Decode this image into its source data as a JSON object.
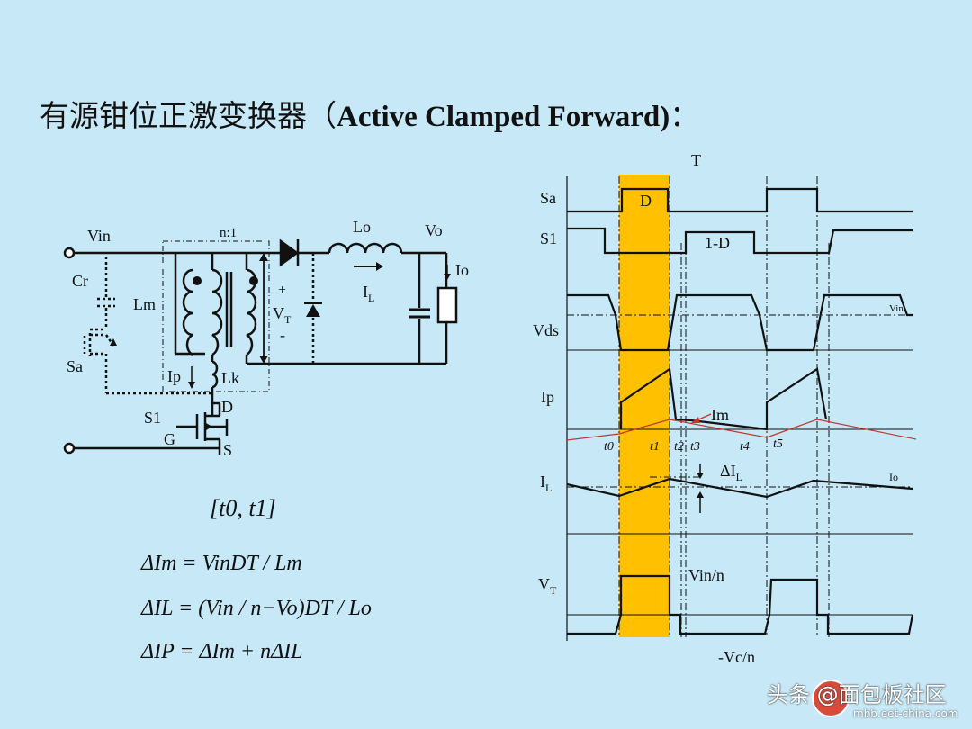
{
  "title": {
    "cn": "有源钳位正激变换器（",
    "en": "Active Clamped Forward)",
    "suffix": "："
  },
  "circuit": {
    "vin": "Vin",
    "cr": "Cr",
    "sa": "Sa",
    "lm": "Lm",
    "ratio": "n:1",
    "lo": "Lo",
    "vo": "Vo",
    "io": "Io",
    "il_main": "I",
    "il_sub": "L",
    "vt_plus": "+",
    "vt_main": "V",
    "vt_sub": "T",
    "vt_minus": "-",
    "ip": "Ip",
    "lk": "Lk",
    "s1": "S1",
    "g": "G",
    "d": "D",
    "s": "S"
  },
  "equations": {
    "interval": "[t0, t1]",
    "eq1": "ΔIm = VinDT / Lm",
    "eq2": "ΔIL = (Vin / n−Vo)DT / Lo",
    "eq3": "ΔIP = ΔIm + nΔIL"
  },
  "waveforms": {
    "period": "T",
    "sa": "Sa",
    "duty": "D",
    "s1": "S1",
    "one_minus_d": "1-D",
    "vds": "Vds",
    "vin_level": "Vin",
    "ip": "Ip",
    "im": "Im",
    "t0": "t0",
    "t1": "t1",
    "t2": "t2",
    "t3": "t3",
    "t4": "t4",
    "t5": "t5",
    "il_main": "I",
    "il_sub": "L",
    "delta_il": "ΔI",
    "delta_il_sub": "L",
    "io_level": "Io",
    "vt_main": "V",
    "vt_sub": "T",
    "vin_over_n": "Vin/n",
    "neg_vc_over_n": "-Vc/n",
    "highlight_color": "#ffc000",
    "im_color": "#c0392b"
  },
  "watermark": {
    "text": "头条 @面包板社区",
    "url": "mbb.eet-china.com"
  }
}
